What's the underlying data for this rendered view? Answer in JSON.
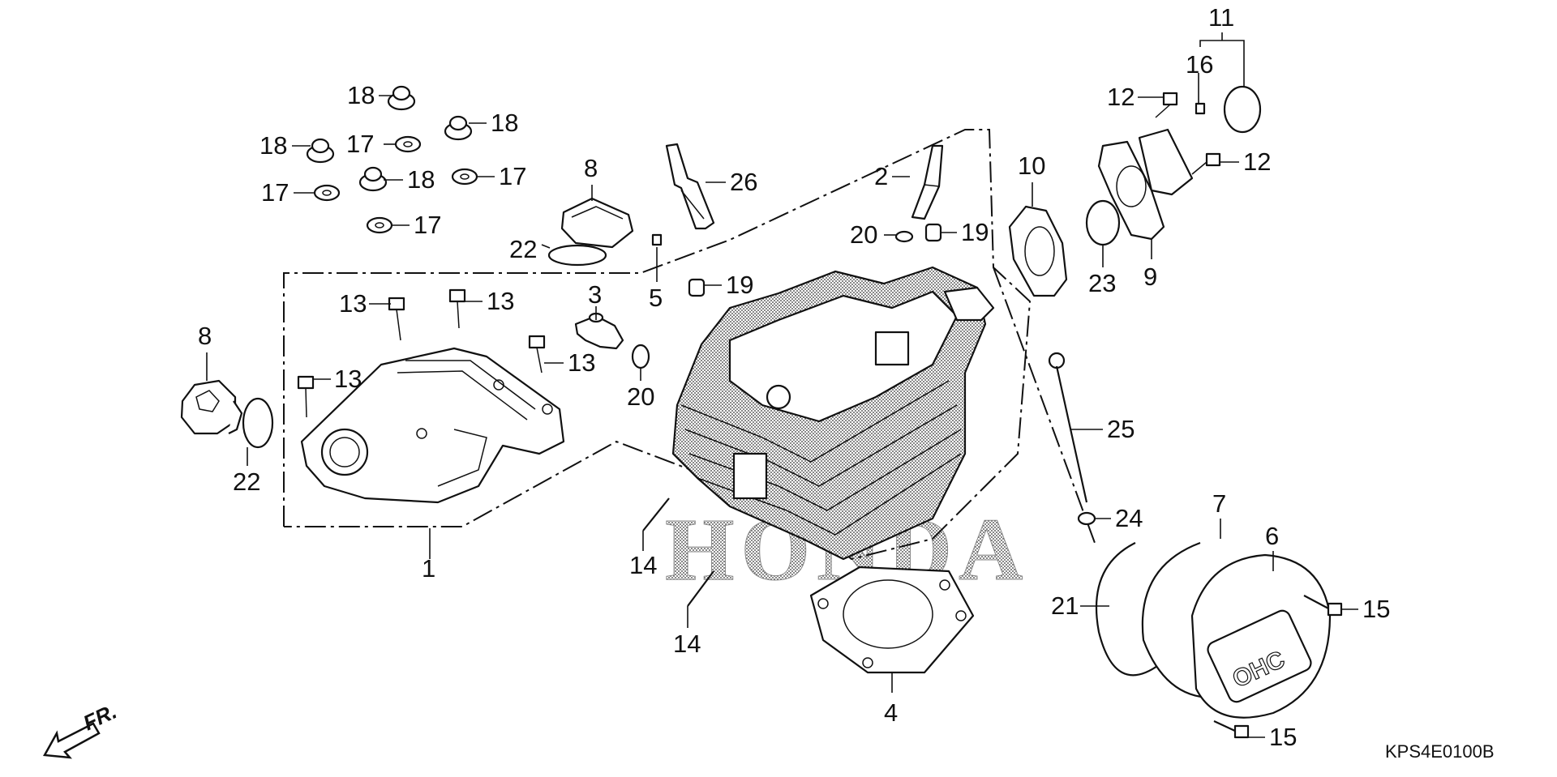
{
  "callouts": [
    "1",
    "2",
    "3",
    "4",
    "5",
    "6",
    "7",
    "8",
    "8",
    "9",
    "10",
    "11",
    "12",
    "12",
    "13",
    "13",
    "13",
    "13",
    "14",
    "14",
    "15",
    "15",
    "16",
    "17",
    "17",
    "17",
    "17",
    "18",
    "18",
    "18",
    "18",
    "19",
    "19",
    "20",
    "20",
    "21",
    "22",
    "22",
    "23",
    "24",
    "25",
    "26"
  ],
  "diagram_code": "KPS4E0100B",
  "front_marker": "FR.",
  "brand_watermark": "HONDA",
  "cover_logo": "OHC",
  "colors": {
    "ink": "#111111",
    "background": "#ffffff"
  }
}
